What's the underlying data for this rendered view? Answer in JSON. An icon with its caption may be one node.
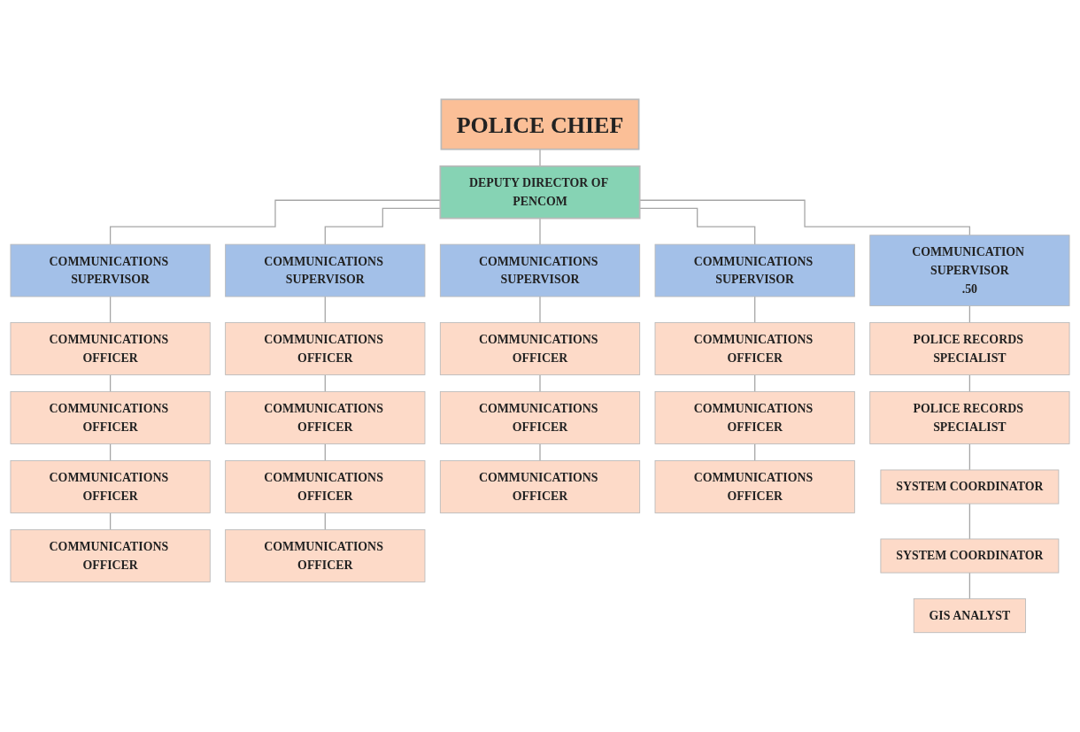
{
  "diagram": {
    "nodes": [
      {
        "text": [
          "POLICE CHIEF"
        ]
      },
      {
        "text": [
          "DEPUTY DIRECTOR OF PENCOM"
        ]
      },
      {
        "text": [
          "COMMUNICATIONS SUPERVISOR"
        ]
      },
      {
        "text": [
          "COMMUNICATIONS OFFICER"
        ]
      },
      {
        "text": [
          "COMMUNICATIONS OFFICER"
        ]
      },
      {
        "text": [
          "COMMUNICATIONS OFFICER"
        ]
      },
      {
        "text": [
          "COMMUNICATIONS OFFICER"
        ]
      },
      {
        "text": [
          "COMMUNICATIONS SUPERVISOR"
        ]
      },
      {
        "text": [
          "COMMUNICATIONS OFFICER"
        ]
      },
      {
        "text": [
          "COMMUNICATIONS OFFICER"
        ]
      },
      {
        "text": [
          "COMMUNICATIONS OFFICER"
        ]
      },
      {
        "text": [
          "COMMUNICATIONS OFFICER"
        ]
      },
      {
        "text": [
          "COMMUNICATIONS SUPERVISOR"
        ]
      },
      {
        "text": [
          "COMMUNICATIONS OFFICER"
        ]
      },
      {
        "text": [
          "COMMUNICATIONS OFFICER"
        ]
      },
      {
        "text": [
          "COMMUNICATIONS OFFICER"
        ]
      },
      {
        "text": [
          "COMMUNICATIONS SUPERVISOR"
        ]
      },
      {
        "text": [
          "COMMUNICATIONS OFFICER"
        ]
      },
      {
        "text": [
          "COMMUNICATIONS OFFICER"
        ]
      },
      {
        "text": [
          "COMMUNICATIONS OFFICER"
        ]
      },
      {
        "text": [
          "COMMUNICATION SUPERVISOR",
          ".50"
        ]
      },
      {
        "text": [
          "POLICE RECORDS SPECIALIST"
        ]
      },
      {
        "text": [
          "POLICE RECORDS SPECIALIST"
        ]
      },
      {
        "text": [
          "SYSTEM COORDINATOR"
        ]
      },
      {
        "text": [
          "SYSTEM COORDINATOR"
        ]
      },
      {
        "text": [
          "GIS ANALYST"
        ]
      }
    ],
    "edges": [
      {
        "from": 0,
        "to": 1,
        "arrow": "none"
      },
      {
        "from": 1,
        "to": 2,
        "arrow": "none"
      },
      {
        "from": 1,
        "to": 7,
        "arrow": "none"
      },
      {
        "from": 1,
        "to": 12,
        "arrow": "none"
      },
      {
        "from": 1,
        "to": 16,
        "arrow": "none"
      },
      {
        "from": 1,
        "to": 20,
        "arrow": "none"
      },
      {
        "from": 2,
        "to": 3,
        "arrow": "none"
      },
      {
        "from": 3,
        "to": 4,
        "arrow": "none"
      },
      {
        "from": 4,
        "to": 5,
        "arrow": "none"
      },
      {
        "from": 5,
        "to": 6,
        "arrow": "none"
      },
      {
        "from": 7,
        "to": 8,
        "arrow": "none"
      },
      {
        "from": 8,
        "to": 9,
        "arrow": "none"
      },
      {
        "from": 9,
        "to": 10,
        "arrow": "none"
      },
      {
        "from": 10,
        "to": 11,
        "arrow": "none"
      },
      {
        "from": 12,
        "to": 13,
        "arrow": "none"
      },
      {
        "from": 13,
        "to": 14,
        "arrow": "none"
      },
      {
        "from": 14,
        "to": 15,
        "arrow": "none"
      },
      {
        "from": 16,
        "to": 17,
        "arrow": "none"
      },
      {
        "from": 17,
        "to": 18,
        "arrow": "none"
      },
      {
        "from": 18,
        "to": 19,
        "arrow": "none"
      },
      {
        "from": 20,
        "to": 21,
        "arrow": "none"
      },
      {
        "from": 21,
        "to": 22,
        "arrow": "none"
      },
      {
        "from": 22,
        "to": 23,
        "arrow": "none"
      },
      {
        "from": 23,
        "to": 24,
        "arrow": "none"
      },
      {
        "from": 24,
        "to": 25,
        "arrow": "none"
      }
    ]
  }
}
